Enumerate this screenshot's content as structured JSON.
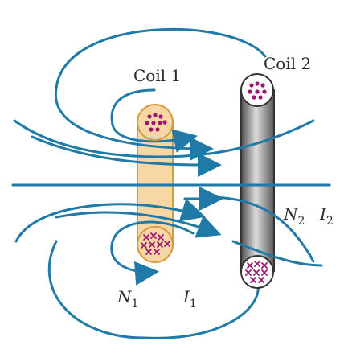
{
  "labels": {
    "coil1": "Coil 1",
    "coil2": "Coil 2",
    "n1_base": "N",
    "n1_sub": "1",
    "i1_base": "I",
    "i1_sub": "1",
    "n2_base": "N",
    "n2_sub": "2",
    "i2_base": "I",
    "i2_sub": "2"
  },
  "colors": {
    "field_line": "#1f7aa8",
    "coil1_fill": "#f7d7a6",
    "coil1_stroke": "#d99a3a",
    "coil2_light": "#e6e6e6",
    "coil2_dark": "#5a5a5a",
    "current_marker": "#a0156f",
    "text": "#2b2b2b"
  },
  "icons": {
    "current_out": "dot-icon",
    "current_in": "cross-icon"
  }
}
